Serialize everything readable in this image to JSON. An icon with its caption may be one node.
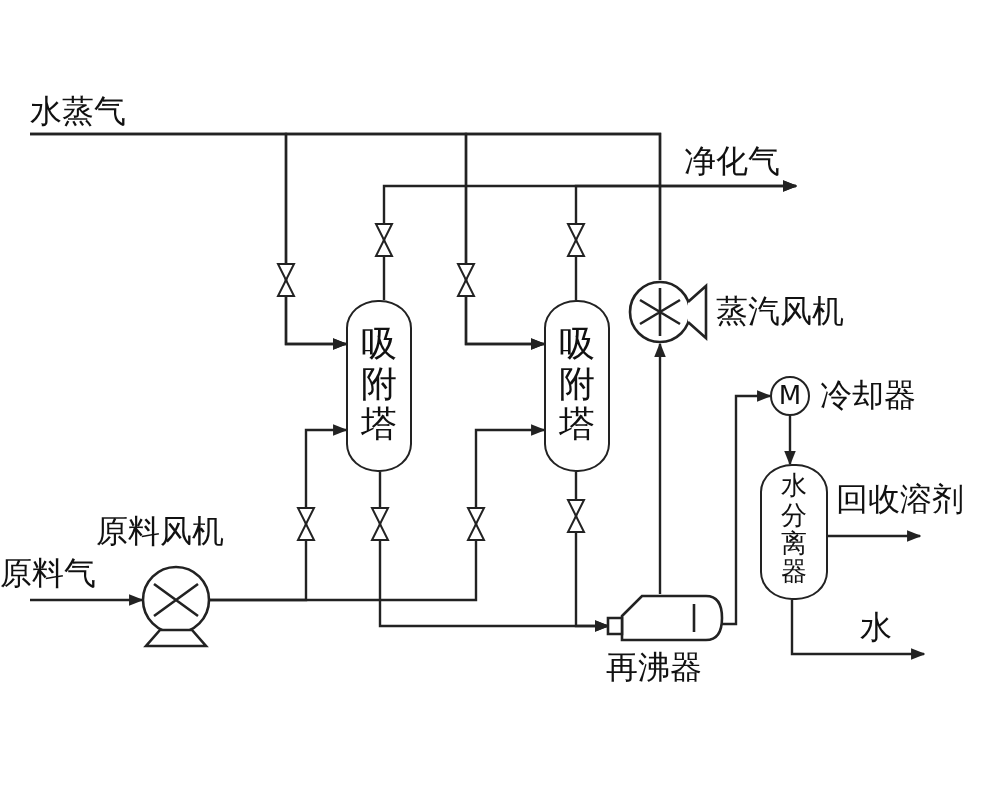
{
  "diagram": {
    "nodes": [
      {
        "text": [
          "水蒸气"
        ]
      },
      {
        "text": [
          "净化气"
        ]
      },
      {
        "text": [
          "吸附塔"
        ]
      },
      {
        "text": [
          "吸附塔"
        ]
      },
      {
        "text": [],
        "shape": "circle",
        "beside": [
          "蒸汽风机"
        ]
      },
      {
        "text": [
          "M"
        ],
        "beside": [
          "冷却器"
        ]
      },
      {
        "text": [],
        "shape": "circle",
        "beside": [
          "原料风机"
        ]
      },
      {
        "text": [
          "原料气"
        ]
      },
      {
        "text": [],
        "shape": "cylinder",
        "beside": [
          "再沸器"
        ]
      },
      {
        "text": [
          "水分离器"
        ]
      },
      {
        "text": [
          "回收溶剂"
        ]
      },
      {
        "text": [
          "水"
        ]
      }
    ],
    "edges": [
      {
        "from": 0,
        "to": 2,
        "arrow": "to"
      },
      {
        "from": 0,
        "to": 3,
        "arrow": "to"
      },
      {
        "from": 4,
        "to": 3,
        "arrow": "to"
      },
      {
        "from": 4,
        "to": 2,
        "arrow": "to"
      },
      {
        "from": 2,
        "to": 1,
        "arrow": "to"
      },
      {
        "from": 3,
        "to": 1,
        "arrow": "to"
      },
      {
        "from": 7,
        "to": 6,
        "arrow": "to"
      },
      {
        "from": 6,
        "to": 2,
        "arrow": "to"
      },
      {
        "from": 6,
        "to": 3,
        "arrow": "to"
      },
      {
        "from": 2,
        "to": 8,
        "arrow": "to"
      },
      {
        "from": 3,
        "to": 8,
        "arrow": "to"
      },
      {
        "from": 8,
        "to": 4,
        "arrow": "to"
      },
      {
        "from": 8,
        "to": 5,
        "arrow": "to"
      },
      {
        "from": 5,
        "to": 9,
        "arrow": "to"
      },
      {
        "from": 9,
        "to": 10,
        "arrow": "to"
      },
      {
        "from": 9,
        "to": 11,
        "arrow": "to"
      }
    ]
  }
}
